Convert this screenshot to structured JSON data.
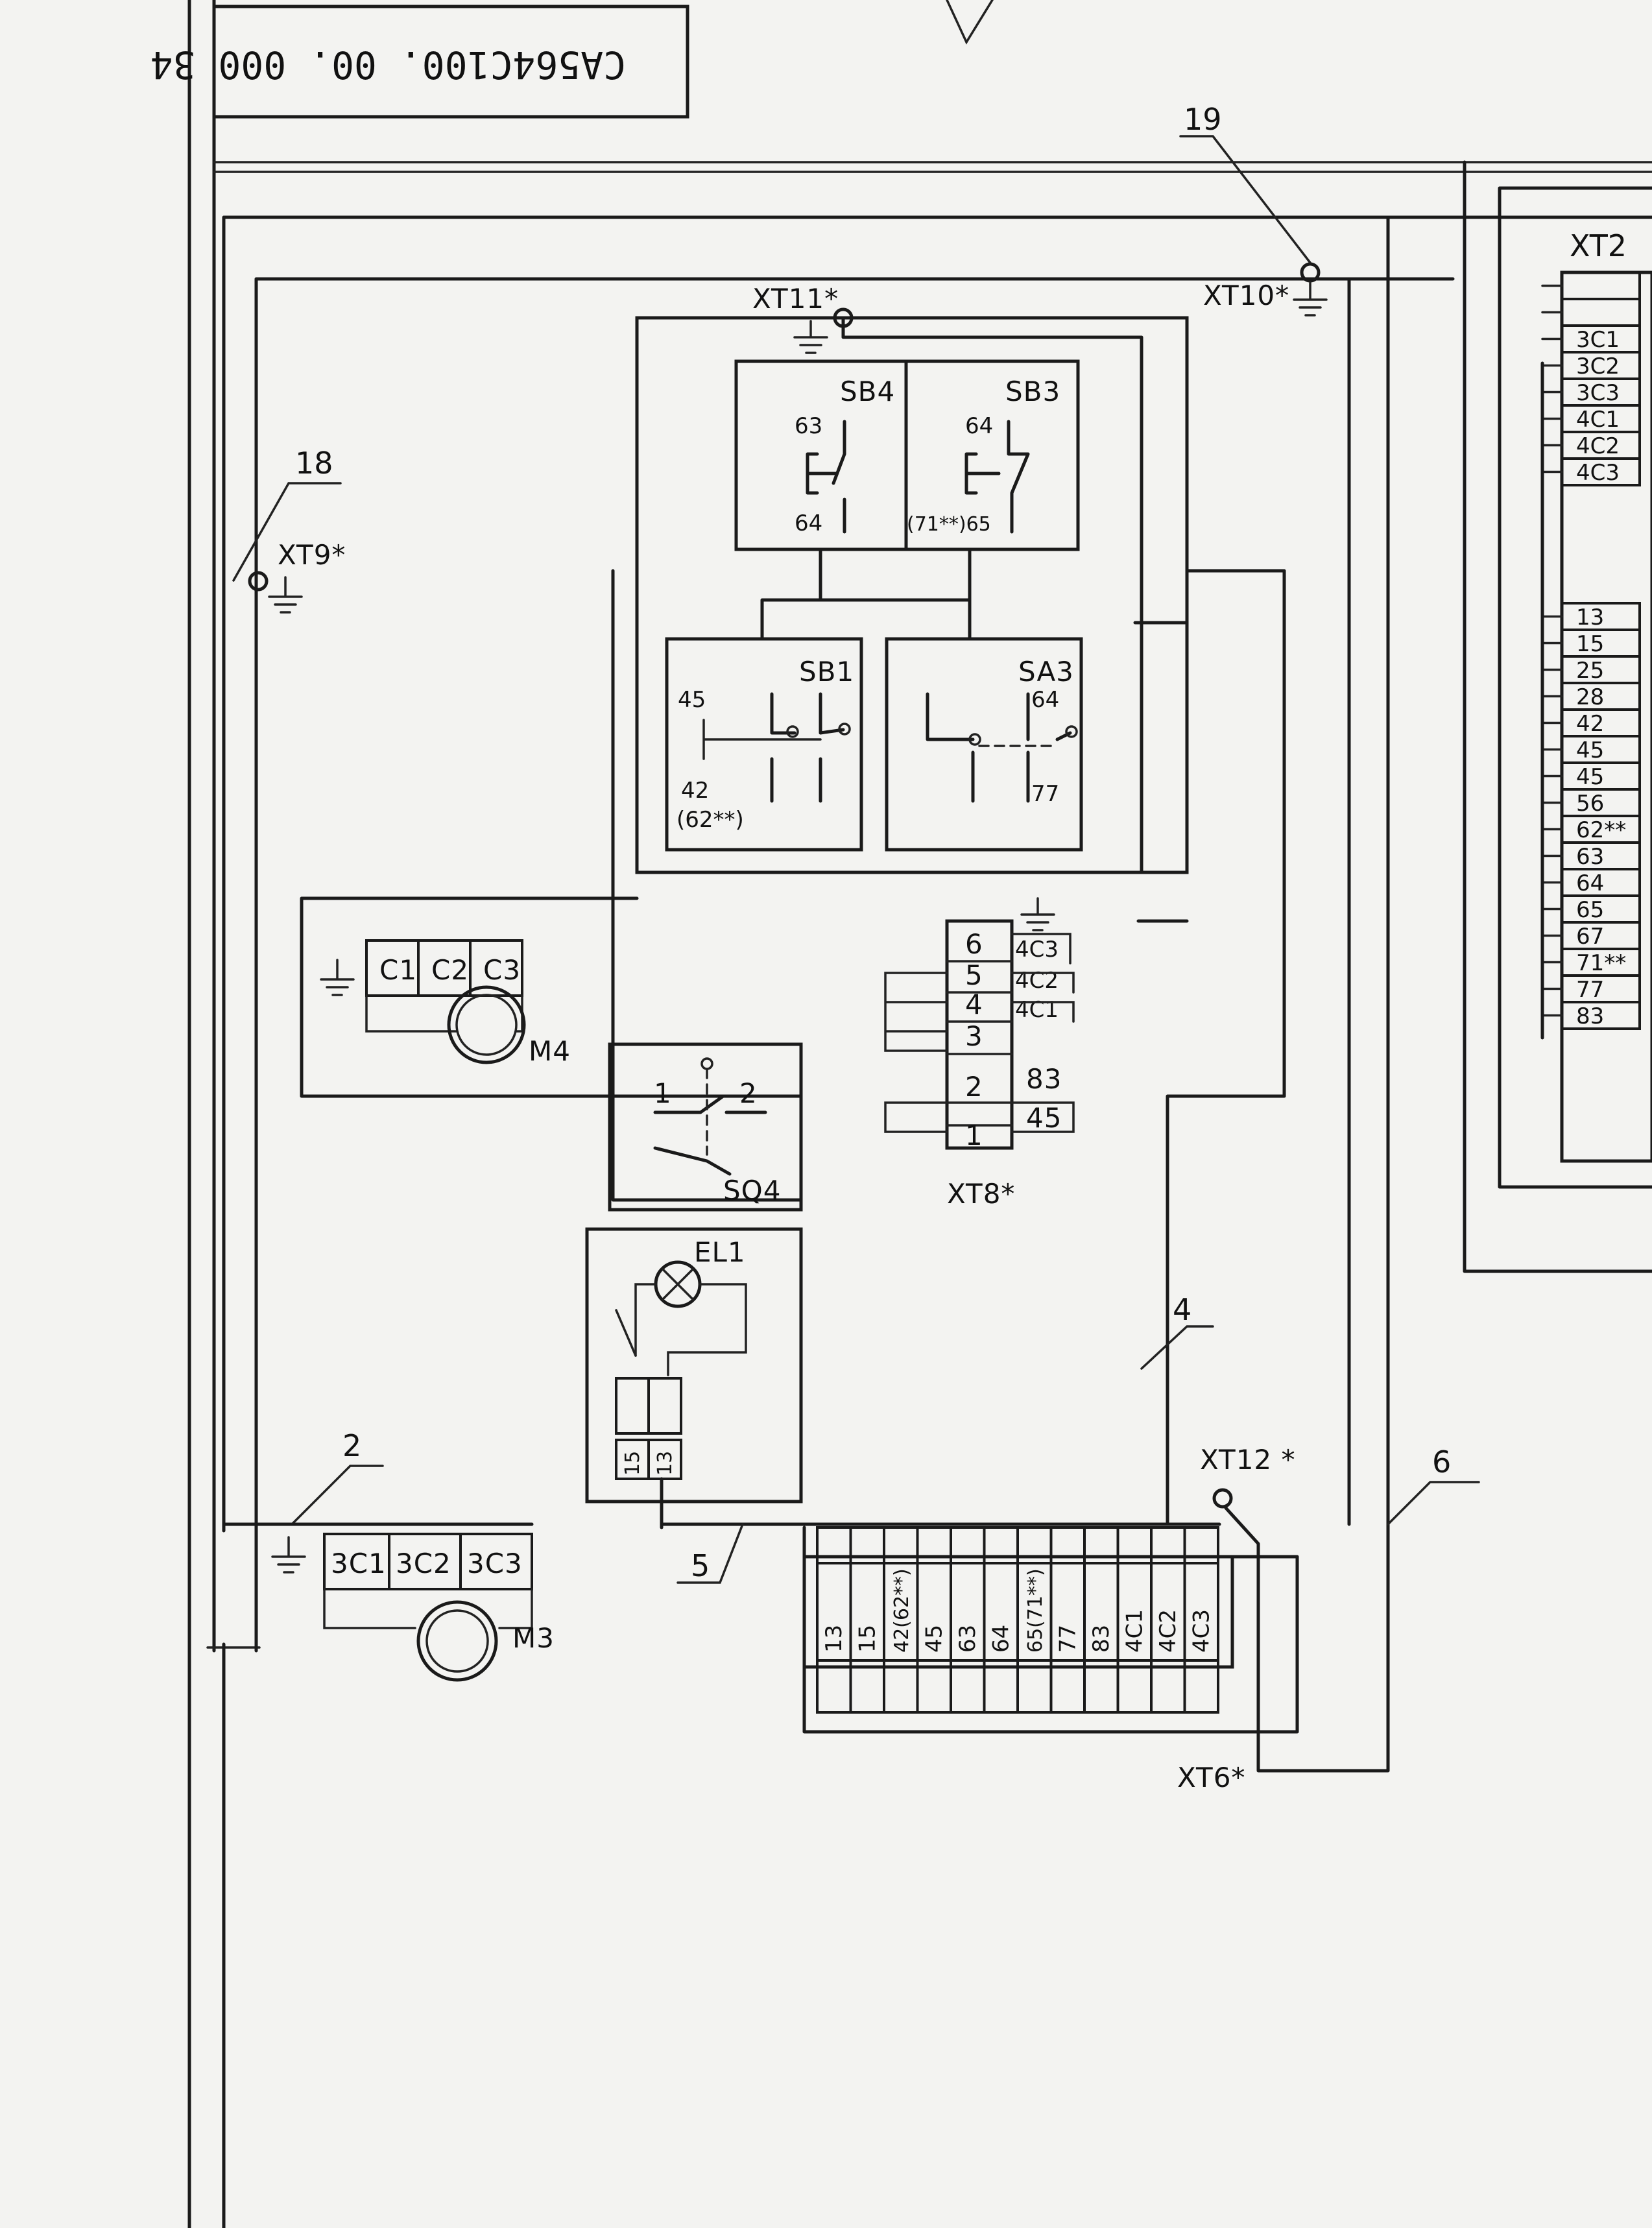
{
  "title_block": {
    "code": "CA564C100. 00. 000 34"
  },
  "callouts": [
    "18",
    "19",
    "2",
    "4",
    "5",
    "6"
  ],
  "ground_terminals": [
    "XT9*",
    "XT10*",
    "XT11*",
    "XT12 *"
  ],
  "switches": {
    "sb4": {
      "name": "SB4",
      "top": "63",
      "bottom": "64"
    },
    "sb3": {
      "name": "SB3",
      "top": "64",
      "bottom": "(71**)65"
    },
    "sb1": {
      "name": "SB1",
      "top": "45",
      "bottom": "42",
      "alt": "(62**)"
    },
    "sa3": {
      "name": "SA3",
      "top": "64",
      "bottom": "77"
    }
  },
  "motor_m4": {
    "name": "M4",
    "terminals": [
      "C1",
      "C2",
      "C3"
    ]
  },
  "motor_m3": {
    "name": "M3",
    "terminals": [
      "3C1",
      "3C2",
      "3C3"
    ]
  },
  "limit_switch": {
    "name": "SQ4",
    "left": "1",
    "right": "2"
  },
  "lamp": {
    "name": "EL1",
    "terminals": [
      "15",
      "13"
    ]
  },
  "xt8": {
    "name": "XT8*",
    "rows": [
      {
        "num": "6",
        "wire": "4C3"
      },
      {
        "num": "5",
        "wire": "4C2"
      },
      {
        "num": "4",
        "wire": "4C1"
      },
      {
        "num": "3",
        "wire": ""
      },
      {
        "num": "2",
        "wire": "83"
      },
      {
        "num": "1",
        "wire": "45"
      }
    ]
  },
  "xt6": {
    "name": "XT6*",
    "cells": [
      "13",
      "15",
      "42(62**)",
      "45",
      "63",
      "64",
      "65(71**)",
      "77",
      "83",
      "4C1",
      "4C2",
      "4C3"
    ]
  },
  "xt2": {
    "name": "XT2",
    "group1": [
      "",
      "",
      "3C1",
      "3C2",
      "3C3",
      "4C1",
      "4C2",
      "4C3"
    ],
    "group2": [
      "13",
      "15",
      "25",
      "28",
      "42",
      "45",
      "45",
      "56",
      "62**",
      "63",
      "64",
      "65",
      "67",
      "71**",
      "77",
      "83"
    ]
  }
}
